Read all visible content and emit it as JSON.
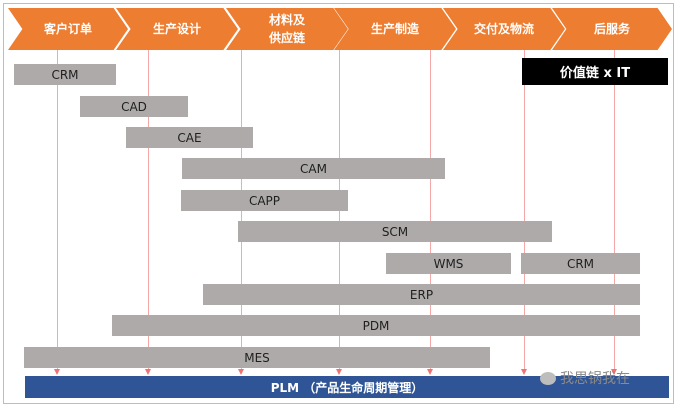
{
  "stages": [
    "客户订单",
    "生产设计",
    "材料及\n供应链",
    "生产制造",
    "交付及物流",
    "后服务"
  ],
  "value_chain_label": "价值链 x IT",
  "systems": [
    {
      "name": "CRM"
    },
    {
      "name": "CAD"
    },
    {
      "name": "CAE"
    },
    {
      "name": "CAM"
    },
    {
      "name": "CAPP"
    },
    {
      "name": "SCM"
    },
    {
      "name": "WMS"
    },
    {
      "name": "CRM"
    },
    {
      "name": "ERP"
    },
    {
      "name": "PDM"
    },
    {
      "name": "MES"
    }
  ],
  "plm_label": "PLM （产品生命周期管理）",
  "watermark": "我思锅我在",
  "colors": {
    "stage": "#ed7d31",
    "bar": "#aeaaaa",
    "plm": "#2f5597",
    "guide": "#f4a8a8"
  }
}
